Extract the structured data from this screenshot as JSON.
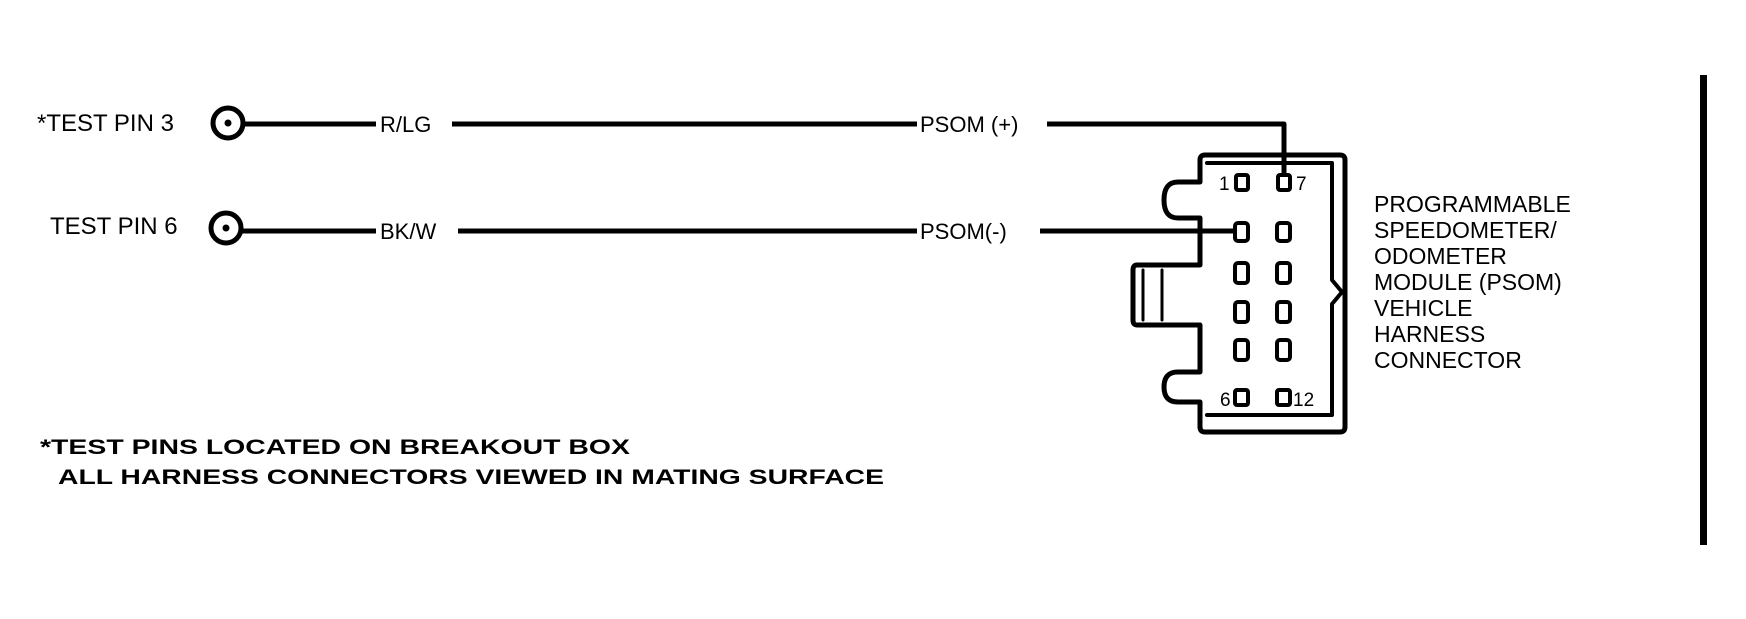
{
  "diagram": {
    "type": "wiring-diagram",
    "test_pins": [
      {
        "label": "*TEST PIN 3",
        "wire_color": "R/LG",
        "signal": "PSOM (+)",
        "connector_pin": 7
      },
      {
        "label": "TEST PIN 6",
        "wire_color": "BK/W",
        "signal": "PSOM(-)",
        "connector_pin": 1
      }
    ],
    "connector": {
      "pin_labels": {
        "top_left": "1",
        "top_right": "7",
        "bottom_left": "6",
        "bottom_right": "12"
      },
      "title_lines": [
        "PROGRAMMABLE",
        "SPEEDOMETER/",
        "ODOMETER",
        "MODULE (PSOM)",
        "VEHICLE",
        "HARNESS",
        "CONNECTOR"
      ]
    },
    "notes": [
      "*TEST PINS LOCATED ON BREAKOUT BOX",
      "ALL HARNESS CONNECTORS VIEWED IN MATING SURFACE"
    ],
    "colors": {
      "line": "#000000",
      "background": "#ffffff"
    }
  }
}
